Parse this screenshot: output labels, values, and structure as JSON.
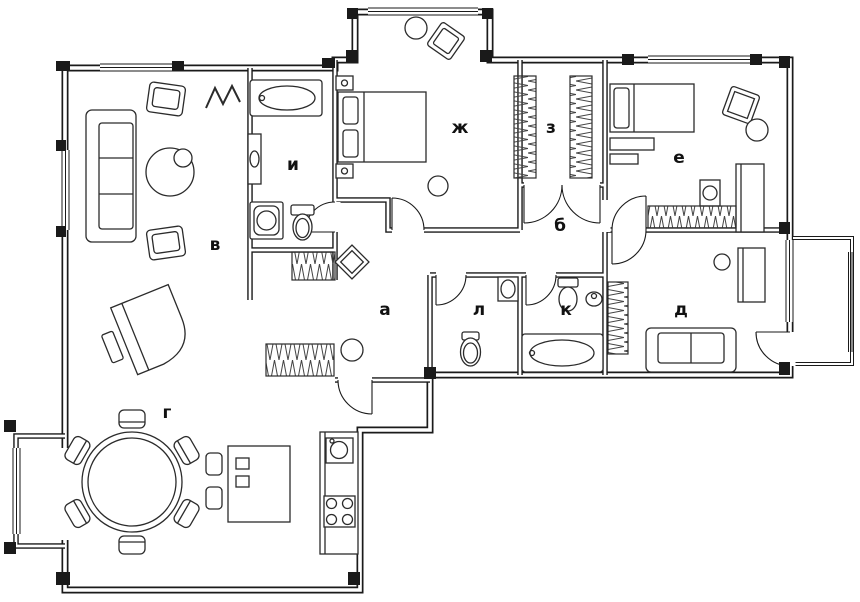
{
  "plan": {
    "wall_color": "#1a1a1a",
    "furniture_color": "#2b2b2b",
    "background_color": "#ffffff"
  },
  "rooms": [
    {
      "id": "v",
      "label": "в"
    },
    {
      "id": "i",
      "label": "и"
    },
    {
      "id": "zh",
      "label": "ж"
    },
    {
      "id": "z",
      "label": "з"
    },
    {
      "id": "ye",
      "label": "е"
    },
    {
      "id": "b",
      "label": "б"
    },
    {
      "id": "a",
      "label": "а"
    },
    {
      "id": "l",
      "label": "л"
    },
    {
      "id": "k",
      "label": "к"
    },
    {
      "id": "d",
      "label": "д"
    },
    {
      "id": "g",
      "label": "г"
    }
  ]
}
